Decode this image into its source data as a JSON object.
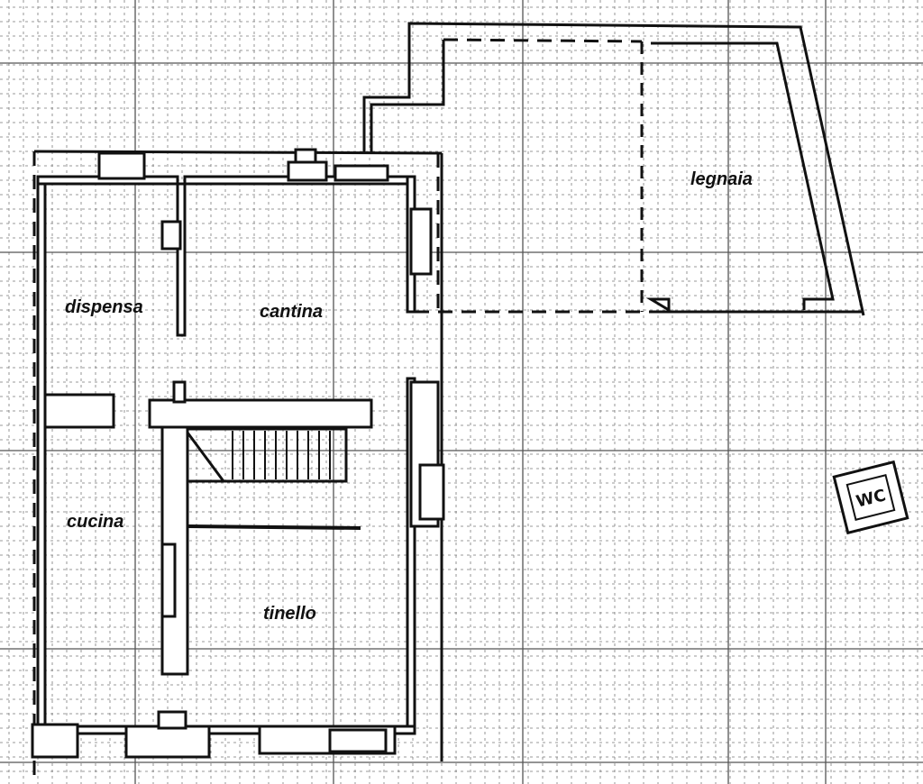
{
  "colors": {
    "paper": "#ffffff",
    "grid": "#7a7a7a",
    "ink": "#111111"
  },
  "rooms": {
    "dispensa": "dispensa",
    "cantina": "cantina",
    "cucina": "cucina",
    "tinello": "tinello",
    "legnaia": "legnaia"
  },
  "stamp_text": "WC"
}
